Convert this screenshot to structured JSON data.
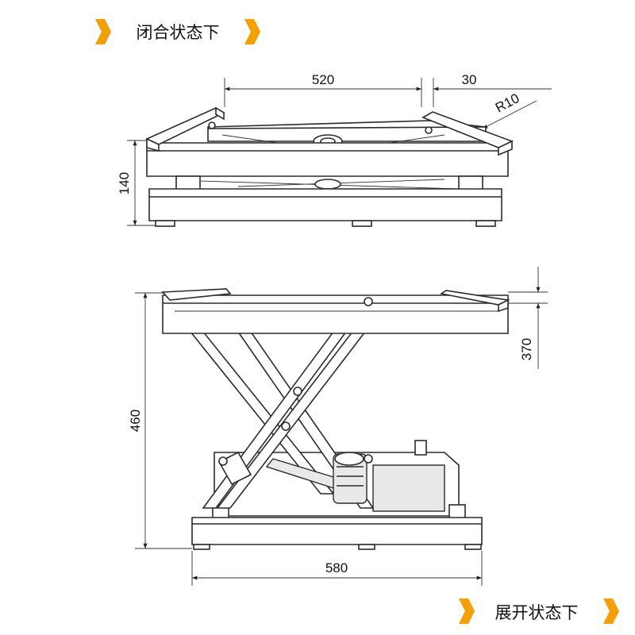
{
  "labels": {
    "closed_state": "闭合状态下",
    "open_state": "展开状态下"
  },
  "dimensions": {
    "closed_width": "520",
    "edge_offset": "30",
    "corner_radius": "R10",
    "closed_height": "140",
    "open_height": "460",
    "platform_offset": "370",
    "base_width": "580"
  },
  "colors": {
    "tag_accent": "#f5a000",
    "line": "#2b2b2b"
  }
}
